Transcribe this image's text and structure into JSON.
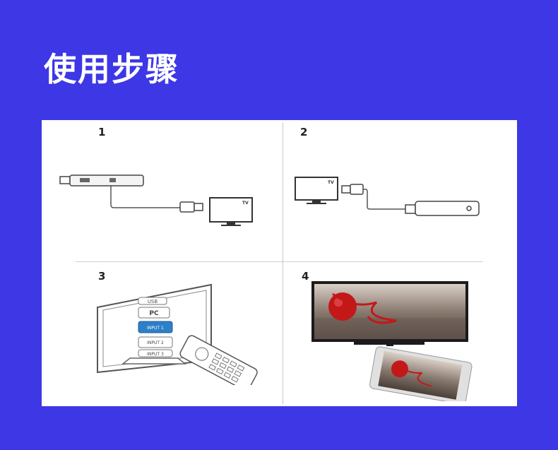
{
  "page": {
    "title": "使用步骤",
    "background_color": "#3d37e6"
  },
  "steps": [
    {
      "number": "1",
      "icons": [
        "hdmi-adapter-icon",
        "usb-cable-icon",
        "tv-icon"
      ],
      "tv_label": "TV"
    },
    {
      "number": "2",
      "icons": [
        "tv-icon",
        "usb-cable-icon",
        "dongle-icon"
      ],
      "tv_label": "TV"
    },
    {
      "number": "3",
      "icons": [
        "tv-input-menu-icon",
        "remote-control-icon"
      ],
      "menu_items": [
        "USB",
        "PC",
        "INPUT 1",
        "INPUT 2",
        "INPUT 3"
      ],
      "selected_item": "INPUT 1"
    },
    {
      "number": "4",
      "icons": [
        "tv-mirroring-icon",
        "smartphone-icon"
      ]
    }
  ]
}
